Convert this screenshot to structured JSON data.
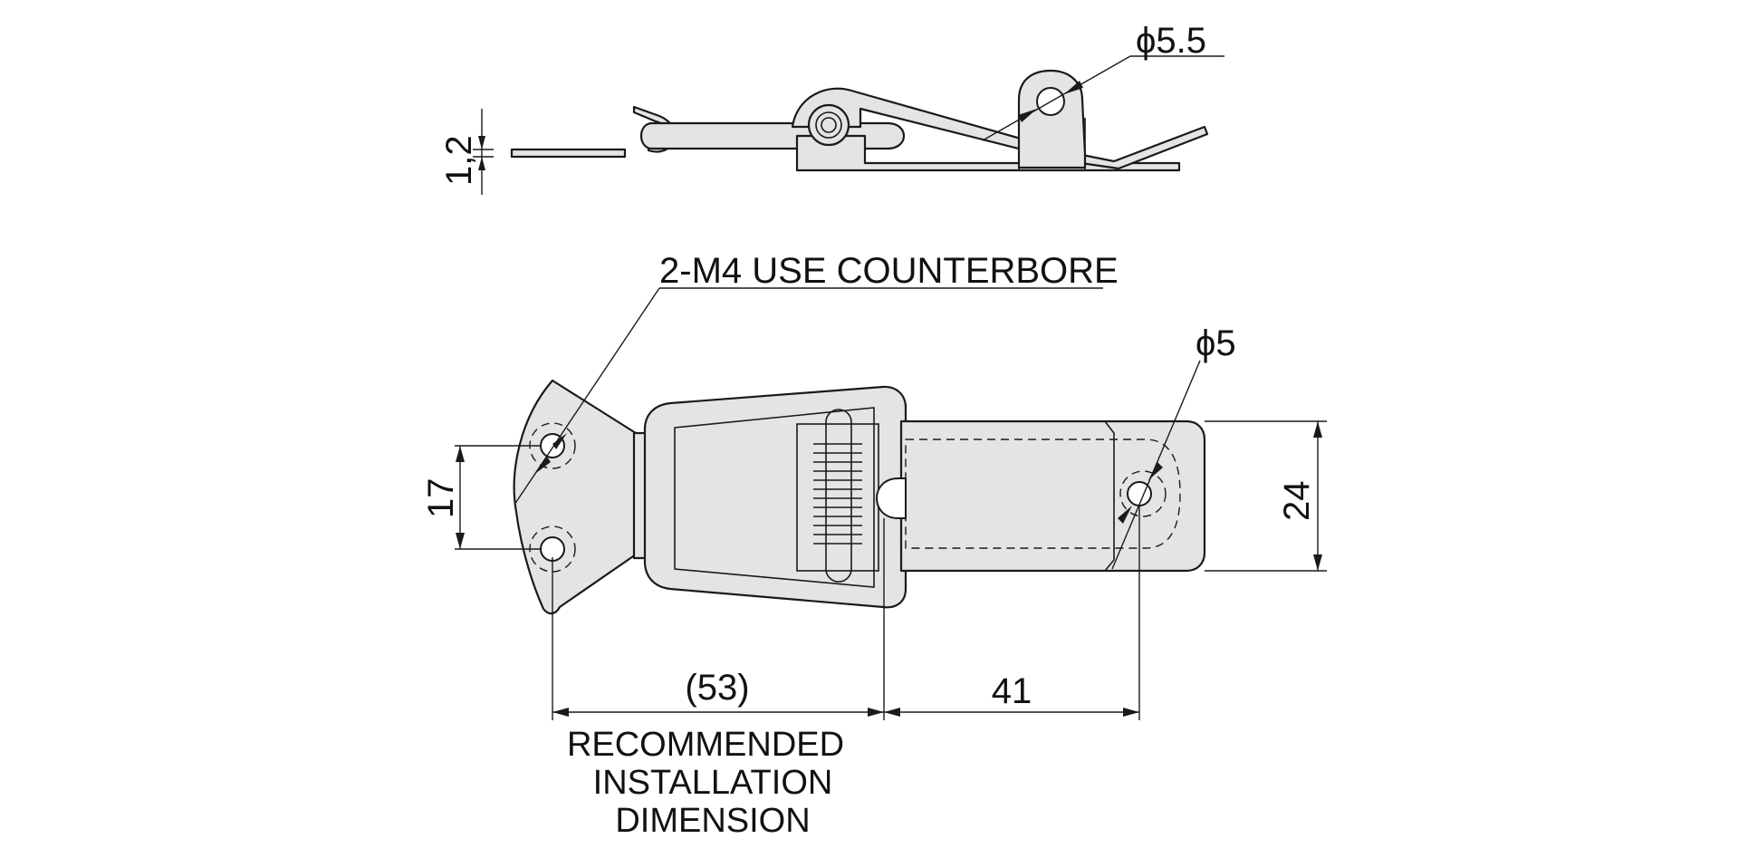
{
  "labels": {
    "side_thickness": "1,2",
    "side_hole_dia": "ϕ5.5",
    "counterbore_note": "2-M4 USE COUNTERBORE",
    "strike_hole_dia": "ϕ5",
    "hole_spacing": "17",
    "width": "24",
    "install_dim": "(53)",
    "strike_dim": "41",
    "install_note_line1": "RECOMMENDED",
    "install_note_line2": "INSTALLATION",
    "install_note_line3": "DIMENSION"
  },
  "colors": {
    "part_fill": "#e4e4e4",
    "line": "#1a1a1a",
    "background": "#ffffff"
  }
}
